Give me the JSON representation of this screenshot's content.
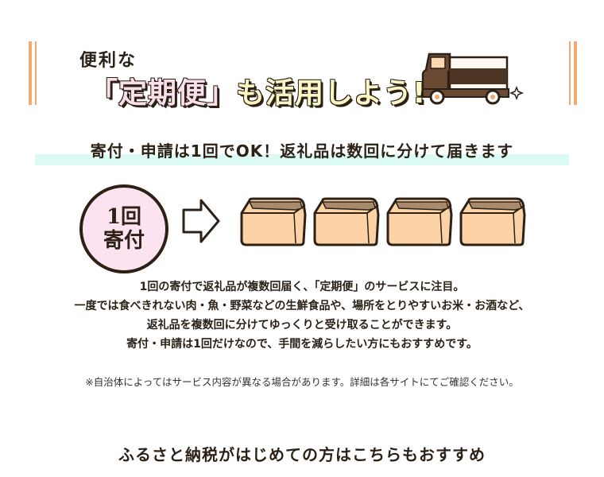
{
  "hero": {
    "pre_title": "便利な",
    "title_highlight": "「定期便」",
    "title_rest": "も活用しよう!"
  },
  "subheading": "寄付・申請は1回でOK！返礼品は数回に分けて届きます",
  "diagram": {
    "circle_line1": "1回",
    "circle_line2": "寄付",
    "box_count": 4
  },
  "description": [
    "1回の寄付で返礼品が複数回届く、「定期便」のサービスに注目。",
    "一度では食べきれない肉・魚・野菜などの生鮮食品や、場所をとりやすいお米・お酒など、",
    "返礼品を複数回に分けてゆっくりと受け取ることができます。",
    "寄付・申請は1回だけなので、手間を減らしたい方にもおすすめです。"
  ],
  "note": "※自治体によってはサービス内容が異なる場合があります。詳細は各サイトにてご確認ください。",
  "footer_heading": "ふるさと納税がはじめての方はこちらもおすすめ",
  "colors": {
    "accent_bar": "#f4a971",
    "highlight_pink": "#fbe0ec",
    "highlight_yellow": "#fbf6c6",
    "subhead_bg": "#dcfaf4",
    "box": "#fdd3a6",
    "tape": "#a88b6c",
    "truck": "#6b4a33"
  }
}
